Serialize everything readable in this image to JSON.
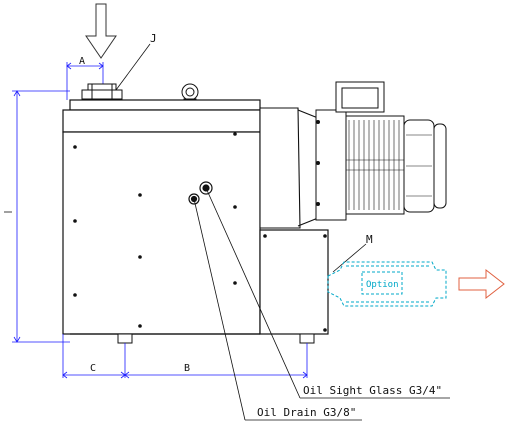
{
  "dimensions": {
    "a": "A",
    "b": "B",
    "c": "C",
    "i": "I"
  },
  "callouts": {
    "j": "J",
    "m": "M",
    "oil_sight_glass": "Oil Sight Glass G3/4\"",
    "oil_drain": "Oil Drain G3/8\""
  },
  "filter": {
    "label": "Option"
  },
  "colors": {
    "outline": "#111111",
    "dimension": "#1a1aff",
    "option": "#00a8c8",
    "outlet_arrow": "#e06040",
    "inlet_arrow": "#333333"
  }
}
